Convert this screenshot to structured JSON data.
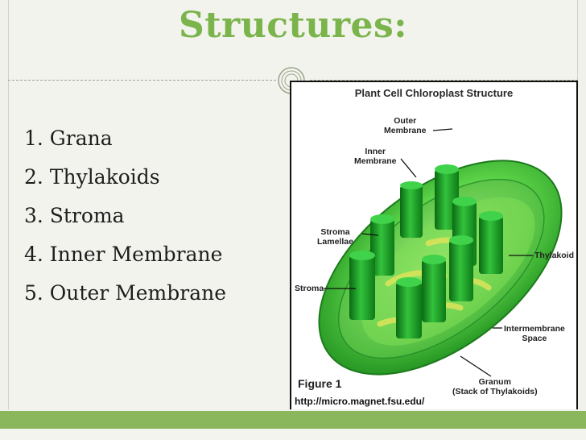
{
  "slide": {
    "title": "Structures:",
    "items": [
      "1. Grana",
      "2. Thylakoids",
      "3.  Stroma",
      "4.  Inner Membrane",
      "5.  Outer Membrane"
    ]
  },
  "figure": {
    "title": "Plant Cell Chloroplast Structure",
    "labels": {
      "outer_membrane": "Outer\nMembrane",
      "inner_membrane": "Inner\nMembrane",
      "stroma_lamellae": "Stroma\nLamellae",
      "thylakoid": "Thylakoid",
      "stroma": "Stroma",
      "intermembrane_space": "Intermembrane\nSpace",
      "granum": "Granum\n(Stack of Thylakoids)"
    },
    "figure_number": "Figure 1",
    "source": "http://micro.magnet.fsu.edu/"
  },
  "colors": {
    "title": "#7ab44b",
    "accent_bar": "#8ab75b",
    "background": "#f1f1ec"
  }
}
